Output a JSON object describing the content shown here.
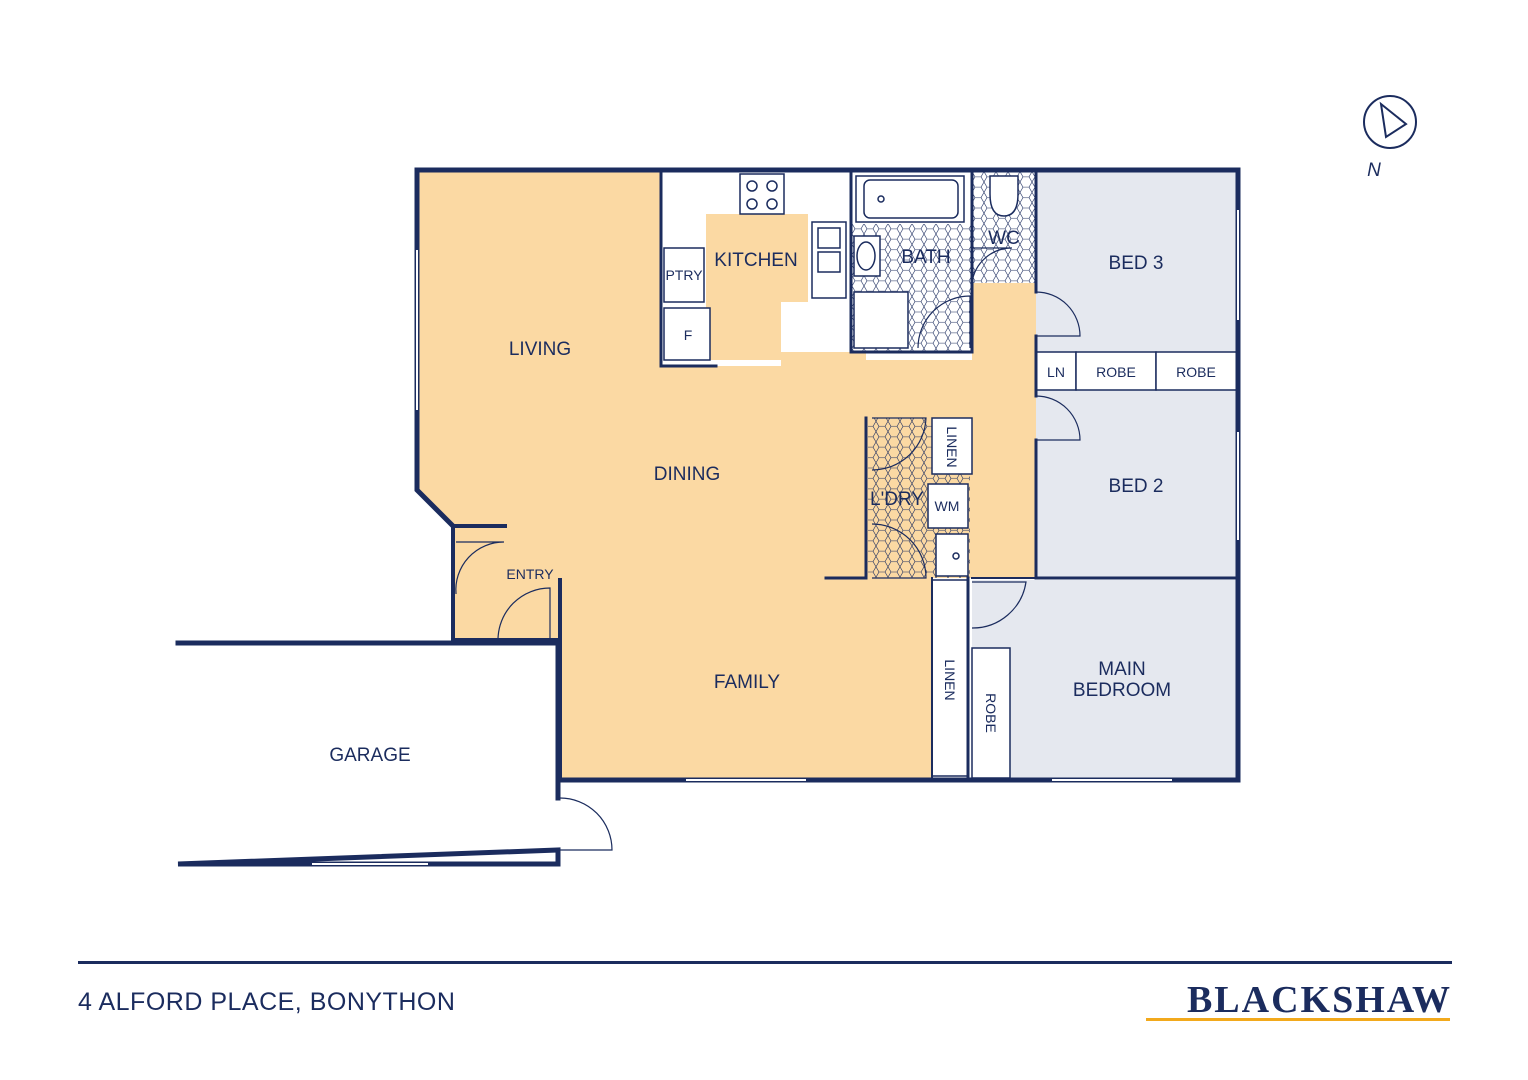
{
  "rooms": {
    "living": "LIVING",
    "kitchen": "KITCHEN",
    "pantry": "PTRY",
    "fridge": "F",
    "bath": "BATH",
    "wc": "WC",
    "bed3": "BED 3",
    "linen_small": "LN",
    "robe_a": "ROBE",
    "robe_b": "ROBE",
    "dining": "DINING",
    "linen_laundry": "LINEN",
    "laundry": "L'DRY",
    "washing_machine": "WM",
    "bed2": "BED 2",
    "entry": "ENTRY",
    "family": "FAMILY",
    "linen_hall": "LINEN",
    "robe_main": "ROBE",
    "main_bedroom_line1": "MAIN",
    "main_bedroom_line2": "BEDROOM",
    "garage": "GARAGE"
  },
  "compass": {
    "label": "N"
  },
  "footer": {
    "address": "4 ALFORD PLACE, BONYTHON",
    "brand": "BLACKSHAW"
  },
  "colors": {
    "wall": "#1b2c5e",
    "living_fill": "#fbd9a3",
    "bedroom_fill": "#e5e8ef",
    "accent": "#f2a91c"
  }
}
